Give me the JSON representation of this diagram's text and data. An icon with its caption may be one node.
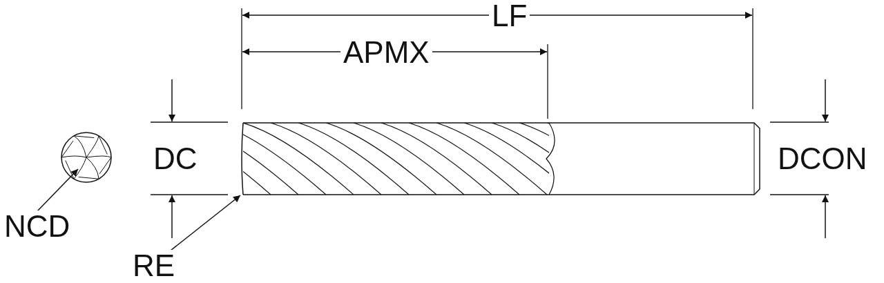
{
  "diagram": {
    "nodes": [
      {
        "text": [
          "NCD"
        ]
      },
      {
        "text": [],
        "shape": "picture"
      },
      {
        "text": [
          "RE"
        ]
      },
      {
        "text": [],
        "shape": "picture"
      }
    ],
    "edges": [
      {
        "from": 0,
        "to": 1,
        "arrow": "to"
      },
      {
        "from": 2,
        "to": 3,
        "arrow": "to"
      }
    ],
    "labels": [
      "LF",
      "APMX",
      "DC",
      "DCON"
    ]
  }
}
